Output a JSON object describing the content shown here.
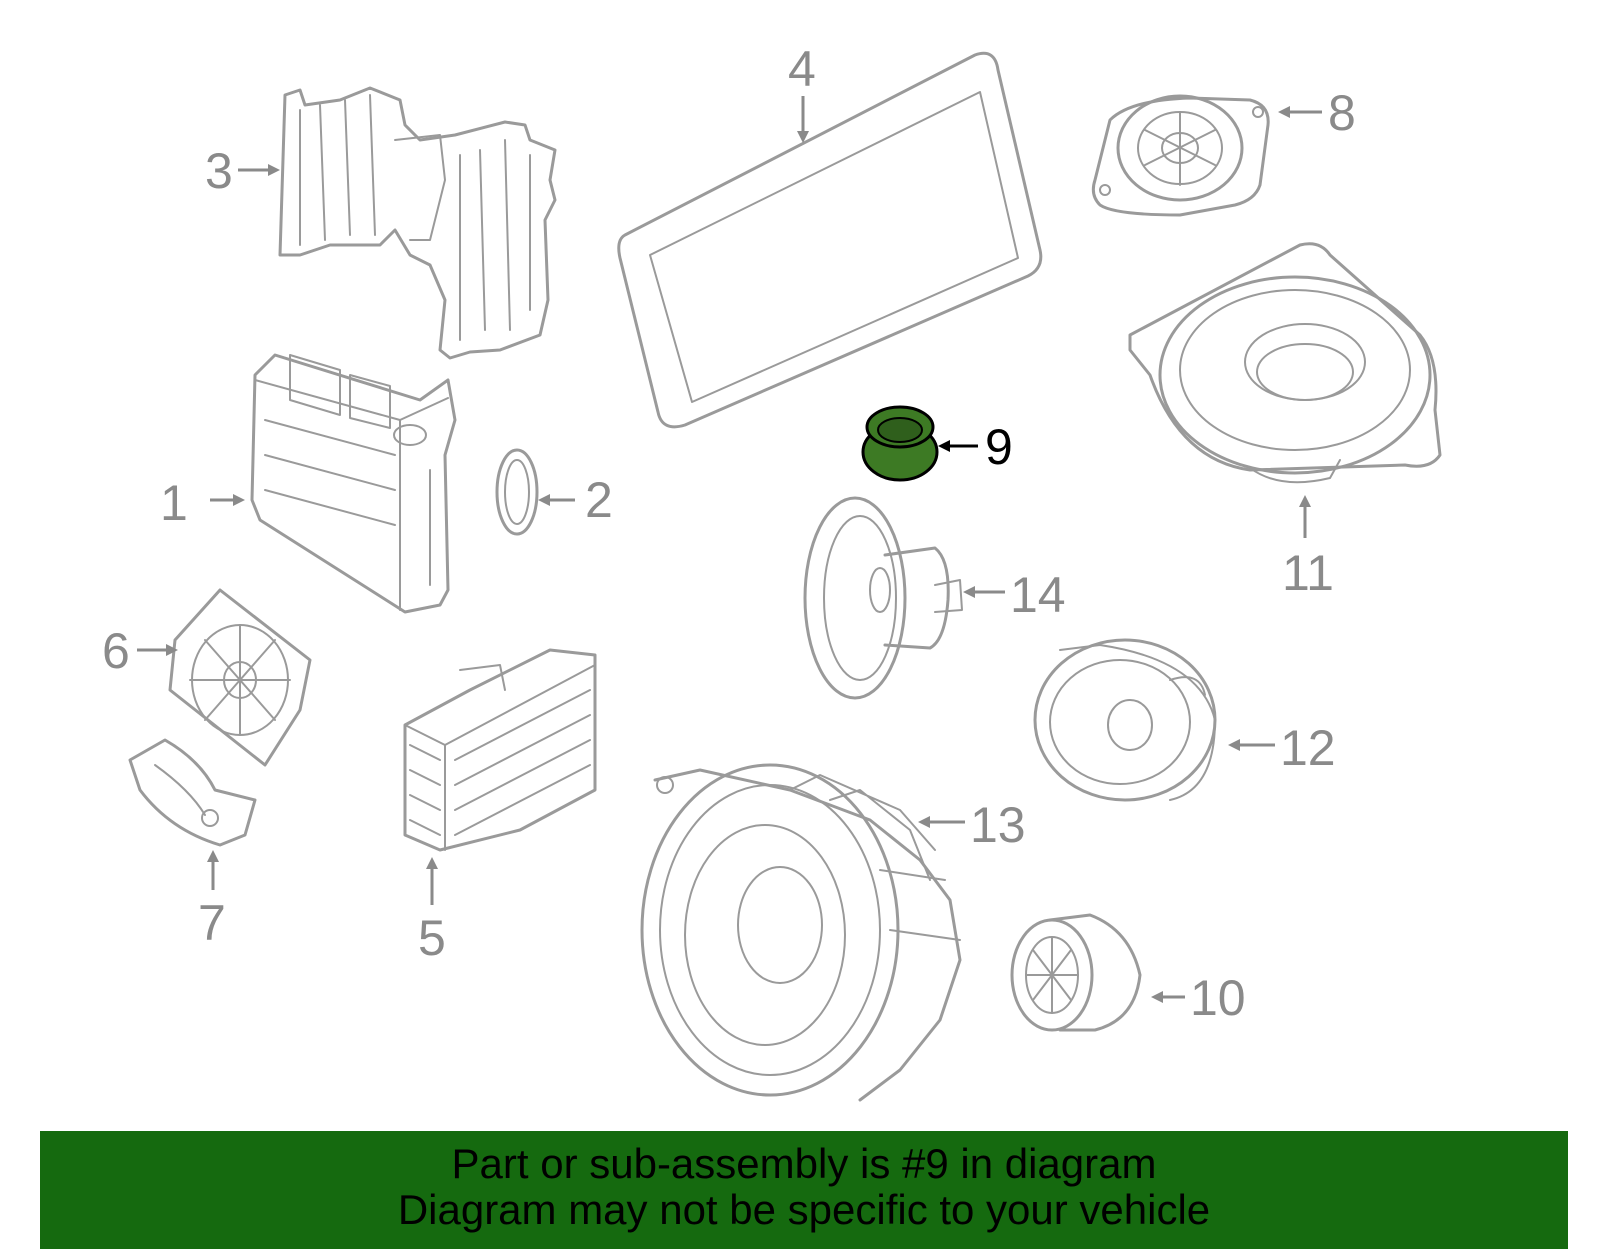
{
  "callouts": [
    {
      "id": "1",
      "label": "1"
    },
    {
      "id": "2",
      "label": "2"
    },
    {
      "id": "3",
      "label": "3"
    },
    {
      "id": "4",
      "label": "4"
    },
    {
      "id": "5",
      "label": "5"
    },
    {
      "id": "6",
      "label": "6"
    },
    {
      "id": "7",
      "label": "7"
    },
    {
      "id": "8",
      "label": "8"
    },
    {
      "id": "9",
      "label": "9"
    },
    {
      "id": "10",
      "label": "10"
    },
    {
      "id": "11",
      "label": "11"
    },
    {
      "id": "12",
      "label": "12"
    },
    {
      "id": "13",
      "label": "13"
    },
    {
      "id": "14",
      "label": "14"
    }
  ],
  "highlight": {
    "part": "9",
    "fill_color": "#3d7a24",
    "stroke_color": "#000000"
  },
  "banner": {
    "line1": "Part or sub-assembly is #9 in diagram",
    "line2": "Diagram may not be specific to your vehicle",
    "background_color": "#156a0f"
  },
  "colors": {
    "line_art": "#9a9a9a",
    "label": "#8a8a8a"
  }
}
